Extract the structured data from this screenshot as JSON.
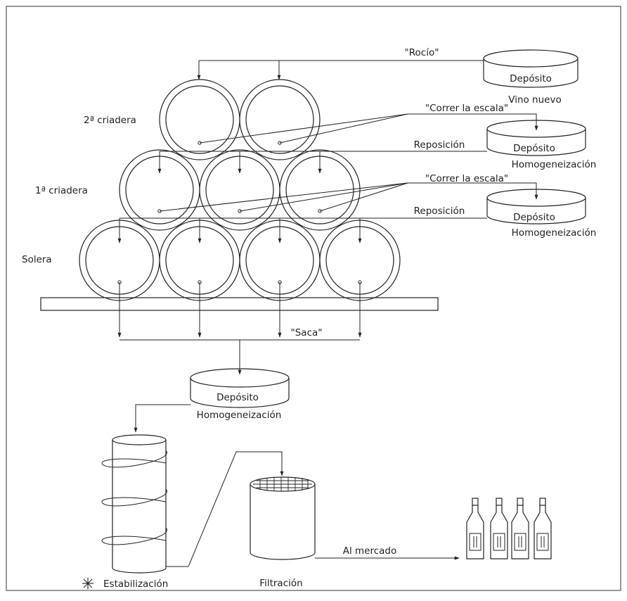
{
  "labels": {
    "rocio": "\"Rocío\"",
    "deposito": "Depósito",
    "vino_nuevo": "Vino nuevo",
    "segunda_criadera": "2ª criadera",
    "primera_criadera": "1ª criadera",
    "solera": "Solera",
    "correr_escala": "\"Correr la escala\"",
    "reposicion": "Reposición",
    "homogeneizacion": "Homogeneización",
    "saca": "\"Saca\"",
    "estabilizacion": "Estabilización",
    "filtracion": "Filtración",
    "al_mercado": "Al mercado"
  },
  "icons": {
    "stabilization_marker": "asterisk-icon"
  }
}
